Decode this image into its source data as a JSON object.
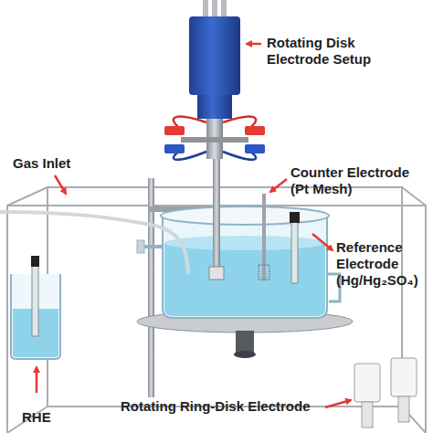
{
  "diagram": {
    "labels": [
      "Rotating Disk Electrode Setup",
      "Counter Electrode (Pt Mesh)",
      "Gas Inlet",
      "Reference Electrode (Hg/Hg₂SO₄)",
      "RHE",
      "Rotating Ring-Disk Electrode"
    ]
  }
}
